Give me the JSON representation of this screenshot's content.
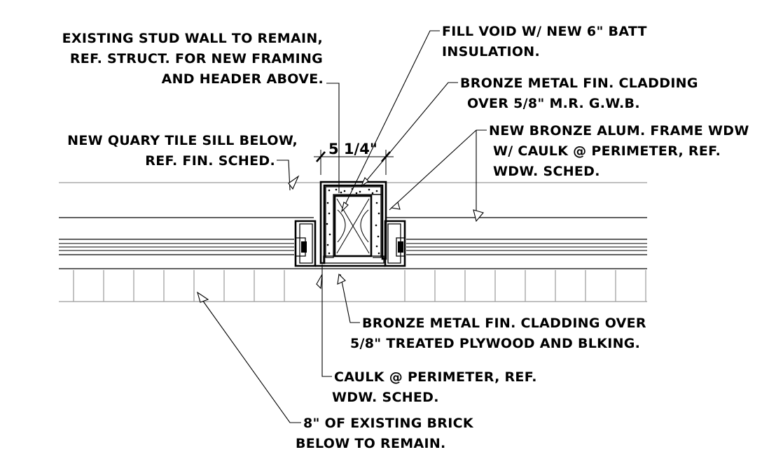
{
  "dimension": {
    "text": "5 1/4\""
  },
  "notes": {
    "existing_stud": [
      "EXISTING STUD WALL TO REMAIN,",
      "REF. STRUCT. FOR NEW FRAMING",
      "AND HEADER ABOVE."
    ],
    "fill_void": [
      "FILL VOID W/ NEW 6\" BATT",
      "INSULATION."
    ],
    "cladding_gwb": [
      "BRONZE METAL FIN. CLADDING",
      "OVER 5/8\" M.R. G.W.B."
    ],
    "quary_tile": [
      "NEW QUARY TILE SILL BELOW,",
      "REF. FIN. SCHED."
    ],
    "alum_frame": [
      "NEW BRONZE ALUM. FRAME WDW",
      "W/ CAULK @ PERIMETER, REF.",
      "WDW. SCHED."
    ],
    "cladding_plywood": [
      "BRONZE METAL FIN. CLADDING OVER",
      "5/8\" TREATED PLYWOOD AND BLKING."
    ],
    "caulk": [
      "CAULK @ PERIMETER, REF.",
      "WDW. SCHED."
    ],
    "brick": [
      "8\" OF EXISTING BRICK",
      "BELOW TO REMAIN."
    ]
  }
}
